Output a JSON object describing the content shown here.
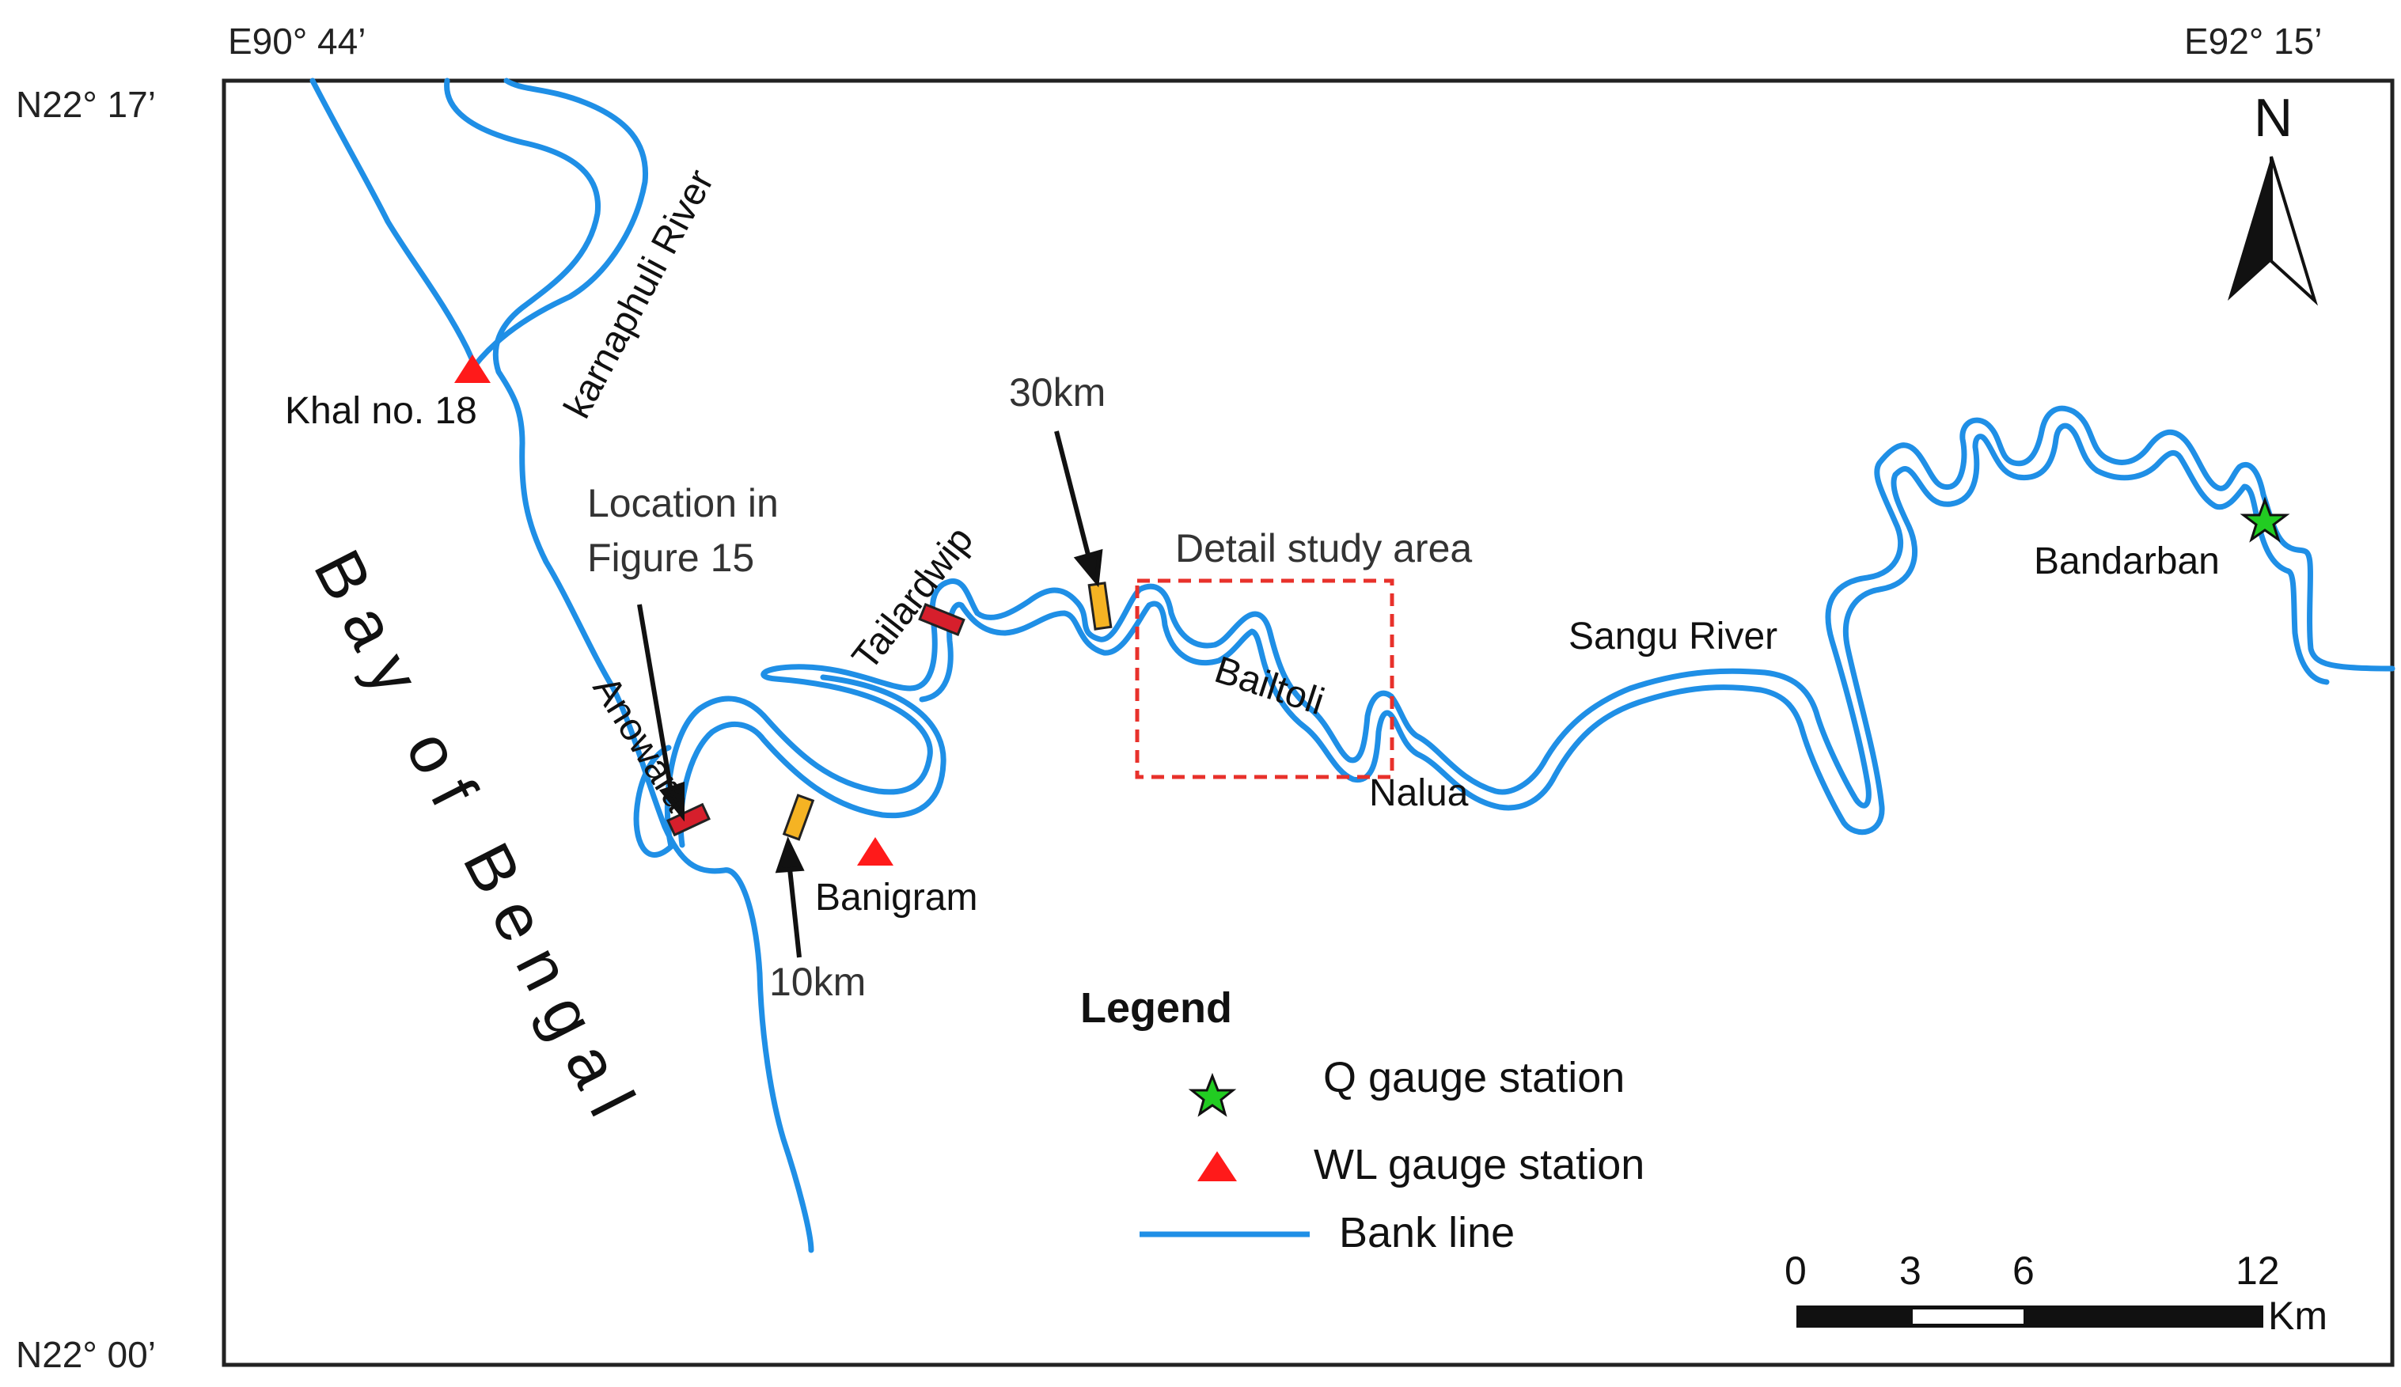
{
  "coordinates": {
    "top_left_lon": "E90°  44’",
    "top_right_lon": "E92°  15’",
    "top_lat": "N22°  17’",
    "bottom_lat": "N22°  00’"
  },
  "labels": {
    "karnaphuli": "karnaphuli River",
    "khal": "Khal no. 18",
    "bay": "Bay of Bengal",
    "location_fig_line1": "Location in",
    "location_fig_line2": "Figure 15",
    "tailardwip": "Tailardwip",
    "anowara": "Anowara",
    "banigram": "Banigram",
    "km10": "10km",
    "km30": "30km",
    "detail_area": "Detail study area",
    "bailtoli": "Bailtoli",
    "nalua": "Nalua",
    "sangu": "Sangu River",
    "bandarban": "Bandarban"
  },
  "north_arrow": {
    "label": "N"
  },
  "legend": {
    "title": "Legend",
    "items": [
      {
        "label": "Q gauge station",
        "symbol": "green-star"
      },
      {
        "label": "WL gauge station",
        "symbol": "red-triangle"
      },
      {
        "label": "Bank line",
        "symbol": "blue-line"
      }
    ]
  },
  "scale_bar": {
    "ticks": [
      "0",
      "3",
      "6",
      "12"
    ],
    "unit": "Km"
  },
  "colors": {
    "river": "#1f8fe6",
    "wl_station": "#ff1a1a",
    "q_station": "#22cc22",
    "marker_red": "#d61f2c",
    "marker_yellow": "#f5b323",
    "detail_box": "#e8312b"
  }
}
